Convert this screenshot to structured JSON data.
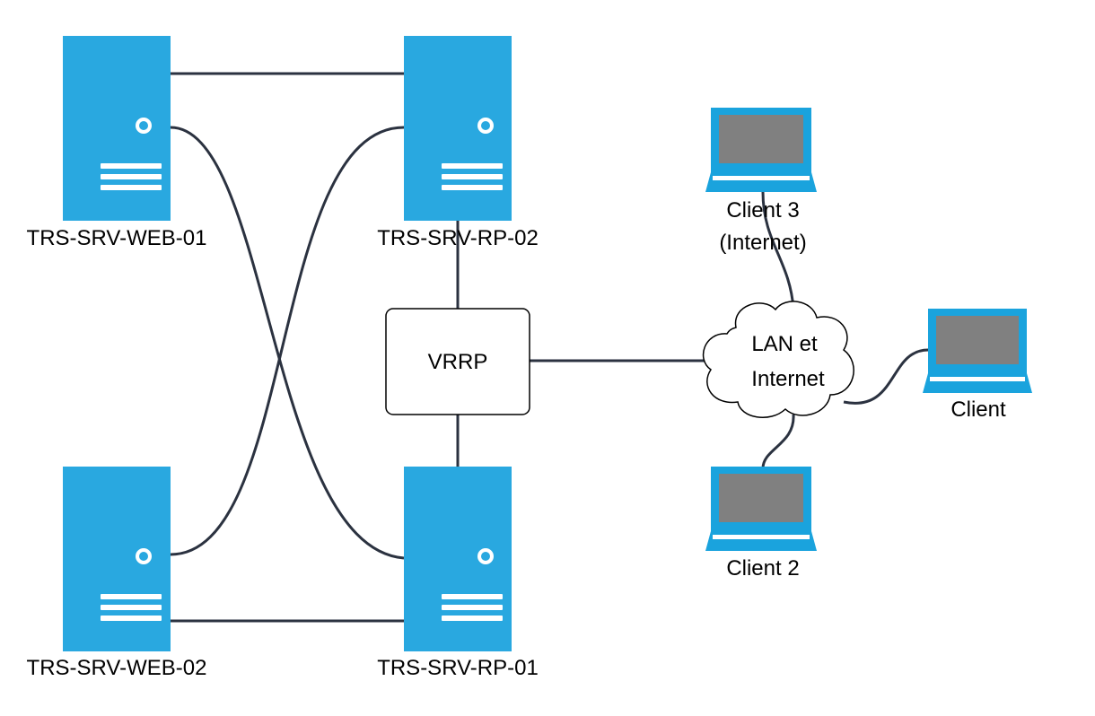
{
  "nodes": {
    "web01": {
      "label": "TRS-SRV-WEB-01",
      "icon": "server-icon"
    },
    "web02": {
      "label": "TRS-SRV-WEB-02",
      "icon": "server-icon"
    },
    "rp02": {
      "label": "TRS-SRV-RP-02",
      "icon": "server-icon"
    },
    "rp01": {
      "label": "TRS-SRV-RP-01",
      "icon": "server-icon"
    },
    "vrrp": {
      "label": "VRRP"
    },
    "cloud": {
      "line1": "LAN et",
      "line2": "Internet",
      "icon": "cloud-icon"
    },
    "client": {
      "label": "Client",
      "icon": "laptop-icon"
    },
    "client2": {
      "label": "Client 2",
      "icon": "laptop-icon"
    },
    "client3": {
      "line1": "Client 3",
      "line2": "(Internet)",
      "icon": "laptop-icon"
    }
  },
  "colors": {
    "server": "#29a8e0",
    "server_detail": "#ffffff",
    "laptop_frame": "#1aa3dd",
    "laptop_screen": "#808080",
    "wire": "#2b3240"
  }
}
